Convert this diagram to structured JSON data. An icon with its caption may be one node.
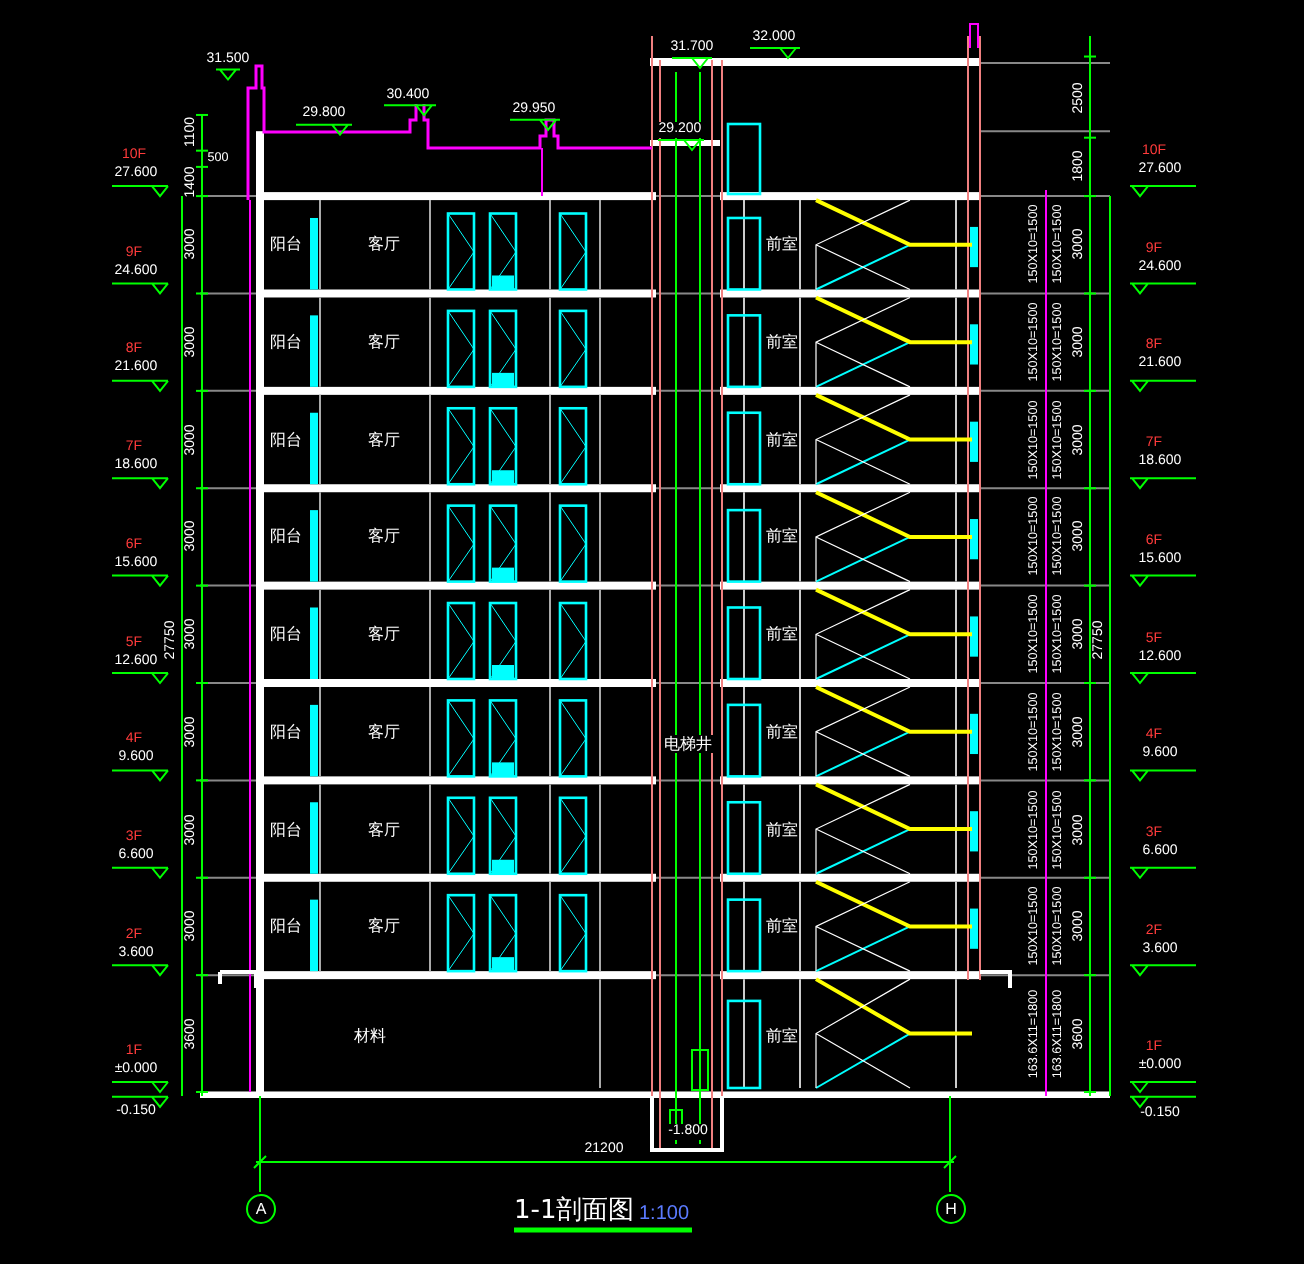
{
  "diagram": {
    "title": "1-1剖面图",
    "nodes": [
      {
        "text": [
          "A"
        ]
      },
      {
        "text": [
          "H"
        ]
      }
    ],
    "labels": [
      "31.500",
      "29.800",
      "30.400",
      "29.950",
      "31.700",
      "32.000",
      "29.200",
      "10F",
      "27.600",
      "9F",
      "24.600",
      "8F",
      "21.600",
      "7F",
      "18.600",
      "6F",
      "15.600",
      "5F",
      "12.600",
      "4F",
      "9.600",
      "3F",
      "6.600",
      "2F",
      "3.600",
      "1F",
      "±0.000",
      "-0.150",
      "1100",
      "500",
      "1400",
      "3000",
      "3000",
      "3000",
      "3000",
      "3000",
      "3000",
      "3000",
      "3000",
      "3600",
      "27750",
      "2500",
      "1800",
      "3000",
      "3000",
      "3000",
      "3000",
      "3000",
      "3000",
      "3000",
      "3000",
      "3600",
      "27750",
      "10F",
      "27.600",
      "9F",
      "24.600",
      "8F",
      "21.600",
      "7F",
      "18.600",
      "6F",
      "15.600",
      "5F",
      "12.600",
      "4F",
      "9.600",
      "3F",
      "6.600",
      "2F",
      "3.600",
      "1F",
      "±0.000",
      "-0.150",
      "150X10=1500",
      "150X10=1500",
      "150X10=1500",
      "150X10=1500",
      "150X10=1500",
      "150X10=1500",
      "150X10=1500",
      "150X10=1500",
      "150X10=1500",
      "150X10=1500",
      "150X10=1500",
      "150X10=1500",
      "150X10=1500",
      "150X10=1500",
      "150X10=1500",
      "150X10=1500",
      "163.6X11=1800",
      "163.6X11=1800",
      "阳台",
      "客厅",
      "前室",
      "阳台",
      "客厅",
      "前室",
      "阳台",
      "客厅",
      "前室",
      "阳台",
      "客厅",
      "前室",
      "阳台",
      "客厅",
      "前室",
      "阳台",
      "客厅",
      "前室",
      "阳台",
      "客厅",
      "前室",
      "阳台",
      "客厅",
      "前室",
      "材料",
      "前室",
      "电梯井",
      "-1.800",
      "21200",
      "1:100"
    ]
  }
}
